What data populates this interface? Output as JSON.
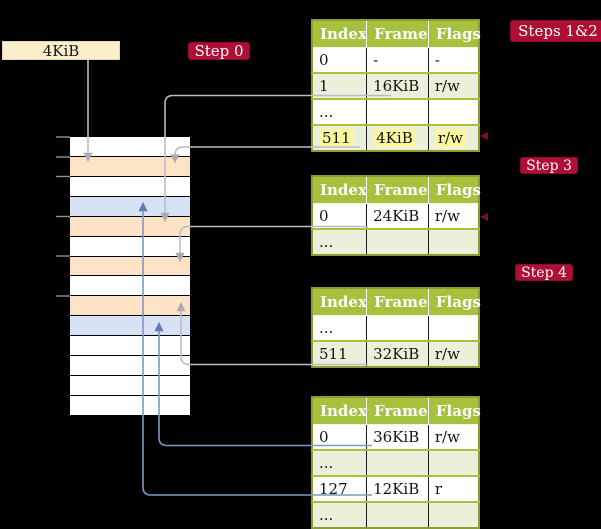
{
  "pointer_box": {
    "label": "4KiB"
  },
  "badges": {
    "step0": {
      "label": "Step 0"
    },
    "steps_1_2": {
      "label": "Steps 1&2"
    },
    "step3": {
      "label": "Step 3"
    },
    "step4": {
      "label": "Step 4"
    }
  },
  "page_tables": {
    "columns": [
      "Index",
      "Frame",
      "Flags"
    ],
    "tables": [
      {
        "name": "page-table-steps-1-2",
        "rows": [
          {
            "index": "0",
            "frame": "-",
            "flags": "-",
            "shaded": false,
            "highlight": false
          },
          {
            "index": "1",
            "frame": "16KiB",
            "flags": "r/w",
            "shaded": true,
            "highlight": false
          },
          {
            "index": "...",
            "frame": "",
            "flags": "",
            "shaded": false,
            "highlight": false
          },
          {
            "index": "511",
            "frame": "4KiB",
            "flags": "r/w",
            "shaded": true,
            "highlight": true
          }
        ]
      },
      {
        "name": "page-table-step-3",
        "rows": [
          {
            "index": "0",
            "frame": "24KiB",
            "flags": "r/w",
            "shaded": false,
            "highlight": false
          },
          {
            "index": "...",
            "frame": "",
            "flags": "",
            "shaded": true,
            "highlight": false
          }
        ]
      },
      {
        "name": "page-table-step-4",
        "rows": [
          {
            "index": "...",
            "frame": "",
            "flags": "",
            "shaded": false,
            "highlight": false
          },
          {
            "index": "511",
            "frame": "32KiB",
            "flags": "r/w",
            "shaded": true,
            "highlight": false
          }
        ]
      },
      {
        "name": "page-table-final-level",
        "rows": [
          {
            "index": "0",
            "frame": "36KiB",
            "flags": "r/w",
            "shaded": false,
            "highlight": false
          },
          {
            "index": "...",
            "frame": "",
            "flags": "",
            "shaded": true,
            "highlight": false
          },
          {
            "index": "127",
            "frame": "12KiB",
            "flags": "r",
            "shaded": false,
            "highlight": false
          },
          {
            "index": "...",
            "frame": "",
            "flags": "",
            "shaded": true,
            "highlight": false
          }
        ]
      }
    ]
  },
  "memory_strip": {
    "row_colors": [
      "white",
      "peach",
      "white",
      "blue",
      "peach",
      "white",
      "peach",
      "white",
      "peach",
      "blue",
      "white",
      "white",
      "white",
      "white"
    ]
  },
  "colors": {
    "background": "#000000",
    "badge_red": "#ae1035",
    "table_header_green": "#a6c13c",
    "table_row_green": "#ebf0da",
    "table_border_olive": "#8e9d33",
    "highlight_yellow": "#fdf5a0",
    "pointer_box_cream": "#fbeecb",
    "frame_peach": "#fce3c6",
    "frame_blue": "#d7e3f4",
    "connector_gray": "#b9bdc3",
    "connector_blue": "#7e97c6"
  }
}
